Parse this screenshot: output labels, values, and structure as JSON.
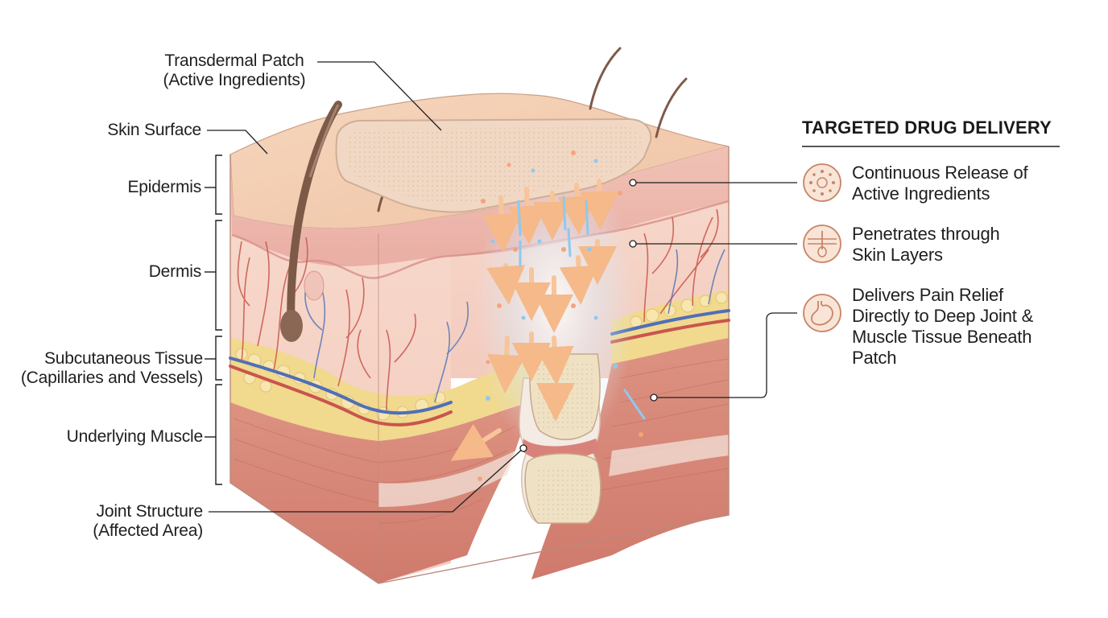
{
  "labels": {
    "transdermal_patch": {
      "title": "Transdermal Patch",
      "subtitle": "(Active Ingredients)"
    },
    "skin_surface": "Skin Surface",
    "epidermis": "Epidermis",
    "dermis": "Dermis",
    "subcutaneous": {
      "title": "Subcutaneous Tissue",
      "subtitle": "(Capillaries and Vessels)"
    },
    "muscle": "Underlying Muscle",
    "joint": {
      "title": "Joint Structure",
      "subtitle": "(Affected Area)"
    }
  },
  "panel": {
    "title": "TARGETED DRUG DELIVERY",
    "items": [
      {
        "icon": "release-icon",
        "lines": [
          "Continuous Release of",
          "Active Ingredients"
        ]
      },
      {
        "icon": "skin-layers-icon",
        "lines": [
          "Penetrates through",
          "Skin Layers"
        ]
      },
      {
        "icon": "stomach-icon",
        "lines": [
          "Delivers Pain Relief",
          "Directly to Deep Joint &",
          "Muscle Tissue Beneath",
          "Patch"
        ]
      }
    ]
  },
  "colors": {
    "skin_top": "#f3cdb0",
    "epidermis": "#eeb7ae",
    "dermis": "#f6d3c6",
    "fat": "#f1d98e",
    "muscle": "#d88677",
    "bone": "#f1e3c4",
    "arrow": "#f7c59a",
    "particle_blue": "#8fc9ee",
    "line": "#1f1f1f",
    "icon_bg": "#f9e4d8",
    "icon_stroke": "#c98465"
  }
}
